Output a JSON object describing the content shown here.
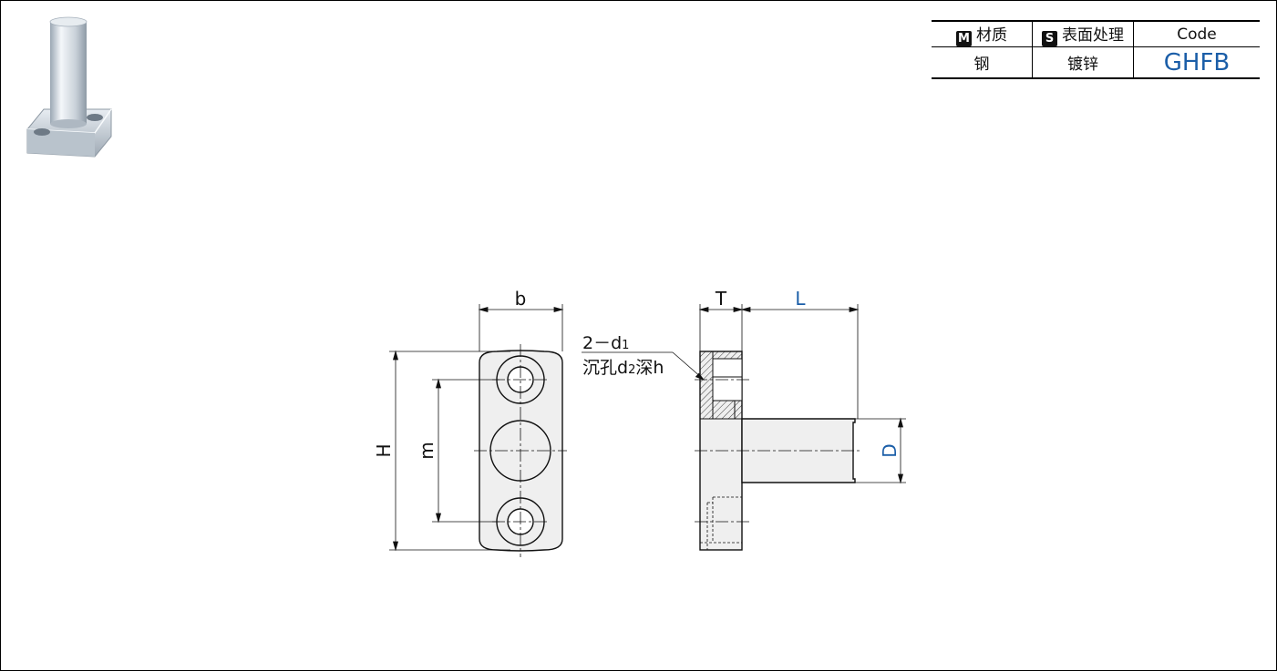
{
  "spec_table": {
    "material_badge": "M",
    "material_header": "材质",
    "surface_badge": "S",
    "surface_header": "表面处理",
    "code_header": "Code",
    "material_value": "钢",
    "surface_value": "镀锌",
    "code_value": "GHFB"
  },
  "drawing": {
    "dim_b": "b",
    "dim_H": "H",
    "dim_m": "m",
    "dim_T": "T",
    "dim_L": "L",
    "dim_D": "D",
    "note_line1_main": "2－d",
    "note_line1_sub": "1",
    "note_line2_a": "沉孔d",
    "note_line2_sub": "2",
    "note_line2_b": "深h"
  },
  "colors": {
    "blue_dimension": "#1b5ea8",
    "part_fill": "#efefef",
    "outline": "#111111"
  }
}
